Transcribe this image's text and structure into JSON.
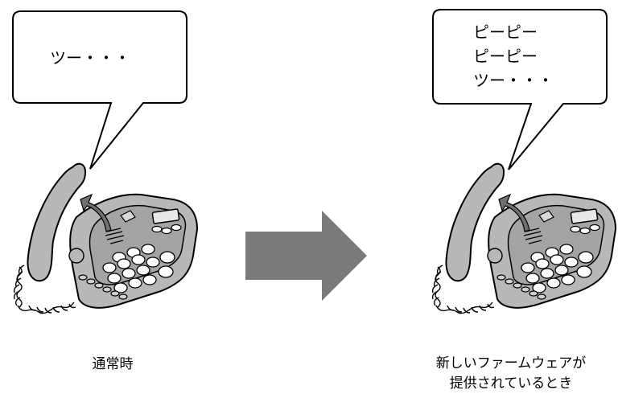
{
  "scenes": [
    {
      "bubble_lines": [
        "ツー・・・"
      ],
      "caption_lines": [
        "通常時"
      ]
    },
    {
      "bubble_lines": [
        "ピーピー",
        "ピーピー",
        "ツー・・・"
      ],
      "caption_lines": [
        "新しいファームウェアが",
        "提供されているとき"
      ]
    }
  ],
  "colors": {
    "phone_body": "#b8b8b8",
    "phone_panel": "#9c9c9c",
    "arrow": "#7a7a7a",
    "lift_arrow": "#707070",
    "outline": "#000000"
  },
  "icons": {
    "transition": "right-arrow-icon",
    "lift": "curved-arrow-icon",
    "device": "telephone-icon"
  }
}
